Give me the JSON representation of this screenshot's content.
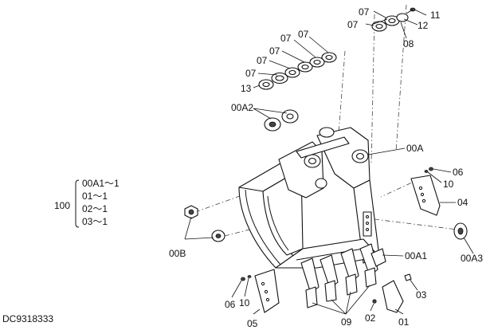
{
  "drawing_id": "DC9318333",
  "kit": {
    "number": "100",
    "items": [
      "00A1～1",
      "01～1",
      "02～1",
      "03～1"
    ]
  },
  "callouts": {
    "washer_a": "07",
    "washer_b": "07",
    "bolt_11": "11",
    "item_12": "12",
    "item_08": "08",
    "washer_c": "07",
    "washer_d": "07",
    "washer_e": "07",
    "washer_f": "07",
    "item_13": "13",
    "bushing_00A2": "00A2",
    "bucket_00A": "00A",
    "item_06_right": "06",
    "item_10_right": "10",
    "side_cutter_04": "04",
    "bushing_00A3": "00A3",
    "bushing_00B": "00B",
    "tooth_adapter_00A1": "00A1",
    "item_06_left": "06",
    "item_10_left": "10",
    "side_cutter_05": "05",
    "item_02": "02",
    "teeth_09": "09",
    "tooth_01": "01",
    "pin_03": "03"
  }
}
